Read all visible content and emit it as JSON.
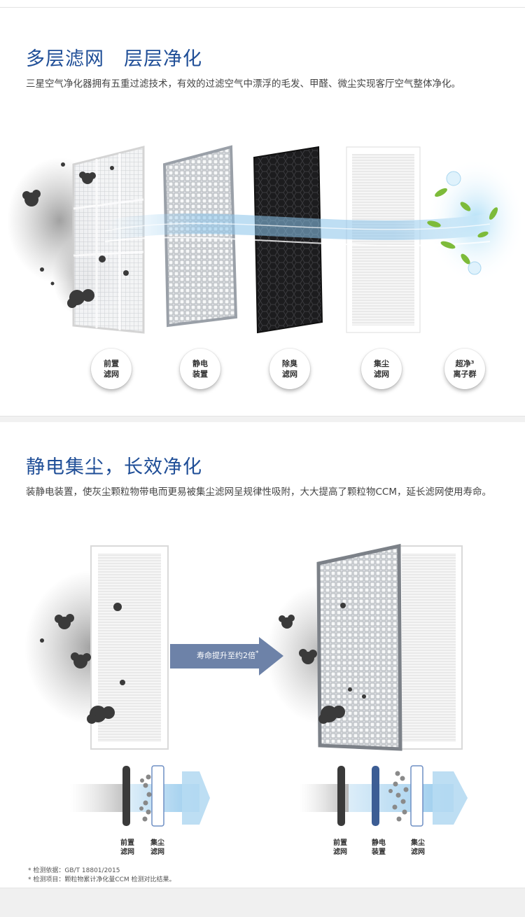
{
  "section1": {
    "title": "多层滤网　层层净化",
    "description": "三星空气净化器拥有五重过滤技术，有效的过滤空气中漂浮的毛发、甲醛、微尘实现客厅空气整体净化。",
    "filters": [
      {
        "label": "前置\n滤网",
        "icon": "pre-filter-icon"
      },
      {
        "label": "静电\n装置",
        "icon": "electrostatic-icon"
      },
      {
        "label": "除臭\n滤网",
        "icon": "deodorizing-filter-icon"
      },
      {
        "label": "集尘\n滤网",
        "icon": "dust-filter-icon"
      },
      {
        "label": "超净³\n离子群",
        "icon": "ion-cluster-icon"
      }
    ]
  },
  "section2": {
    "title": "静电集尘，长效净化",
    "description": "装静电装置，使灰尘颗粒物带电而更易被集尘滤网呈规律性吸附，大大提高了颗粒物CCM，延长滤网使用寿命。",
    "arrow_label": "寿命提升至约2倍",
    "arrow_mark": "*",
    "left_diagram": [
      "前置\n滤网",
      "集尘\n滤网"
    ],
    "right_diagram": [
      "前置\n滤网",
      "静电\n装置",
      "集尘\n滤网"
    ],
    "notes": [
      "* 检测依据：GB/T 18801/2015",
      "* 检测项目：颗粒物累计净化量CCM 检测对比结果。"
    ]
  },
  "colors": {
    "title": "#1f4e97",
    "arrow": "#6d82a8",
    "airflow": "#8bc4ea",
    "leaf": "#7dbb3a"
  }
}
